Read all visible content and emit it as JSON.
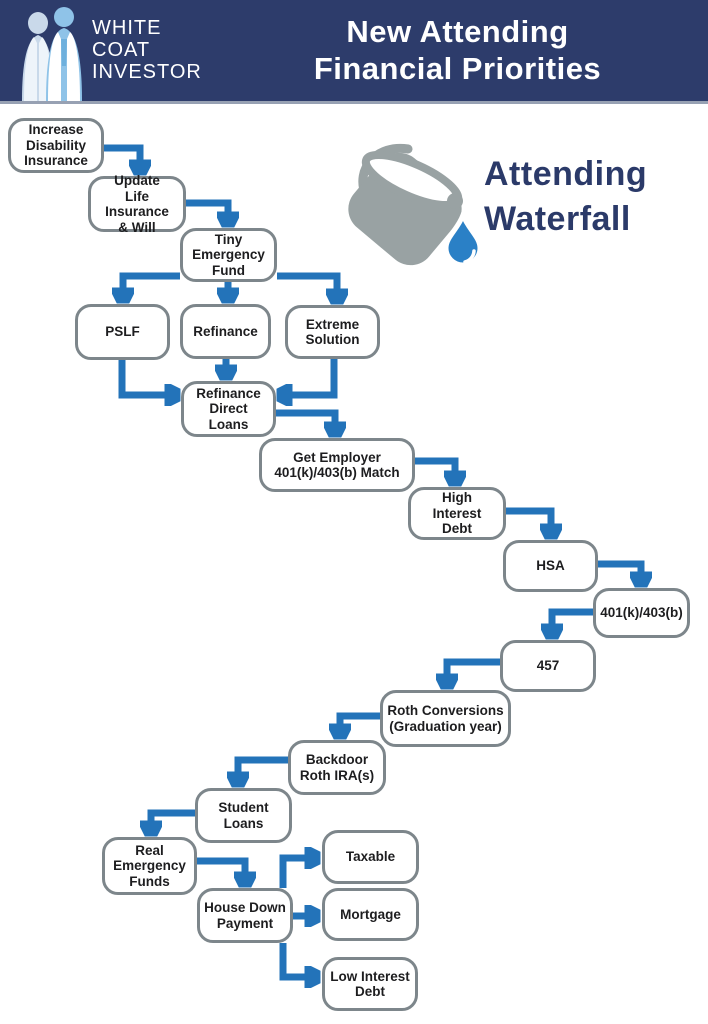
{
  "header": {
    "brand_line1": "WHITE",
    "brand_line2": "COAT",
    "brand_line3": "INVESTOR",
    "title_line1": "New Attending",
    "title_line2": "Financial Priorities"
  },
  "waterfall_badge": {
    "line1": "Attending",
    "line2": "Waterfall",
    "icon": "bucket-water-drop-icon"
  },
  "colors": {
    "header_bg": "#2d3c6b",
    "arrow_blue": "#2373b9",
    "box_border_gray": "#7d868b",
    "badge_navy": "#2b3a69",
    "bucket_gray": "#99a2a3",
    "drop_blue": "#2a80c6"
  },
  "flowchart": {
    "nodes": [
      {
        "id": "increase-disability-insurance",
        "label": "Increase\nDisability\nInsurance"
      },
      {
        "id": "update-life-insurance-will",
        "label": "Update\nLife Insurance\n& Will"
      },
      {
        "id": "tiny-emergency-fund",
        "label": "Tiny\nEmergency\nFund"
      },
      {
        "id": "pslf",
        "label": "PSLF"
      },
      {
        "id": "refinance",
        "label": "Refinance"
      },
      {
        "id": "extreme-solution",
        "label": "Extreme\nSolution"
      },
      {
        "id": "refinance-direct-loans",
        "label": "Refinance\nDirect\nLoans"
      },
      {
        "id": "get-employer-match",
        "label": "Get Employer\n401(k)/403(b) Match"
      },
      {
        "id": "high-interest-debt",
        "label": "High\nInterest\nDebt"
      },
      {
        "id": "hsa",
        "label": "HSA"
      },
      {
        "id": "retirement-401k-403b",
        "label": "401(k)/403(b)"
      },
      {
        "id": "plan-457",
        "label": "457"
      },
      {
        "id": "roth-conversions",
        "label": "Roth Conversions\n(Graduation year)"
      },
      {
        "id": "backdoor-roth-ira",
        "label": "Backdoor\nRoth IRA(s)"
      },
      {
        "id": "student-loans",
        "label": "Student Loans"
      },
      {
        "id": "real-emergency-funds",
        "label": "Real\nEmergency\nFunds"
      },
      {
        "id": "house-down-payment",
        "label": "House Down\nPayment"
      },
      {
        "id": "taxable",
        "label": "Taxable"
      },
      {
        "id": "mortgage",
        "label": "Mortgage"
      },
      {
        "id": "low-interest-debt",
        "label": "Low Interest\nDebt"
      }
    ],
    "edges": [
      {
        "from": "increase-disability-insurance",
        "to": "update-life-insurance-will"
      },
      {
        "from": "update-life-insurance-will",
        "to": "tiny-emergency-fund"
      },
      {
        "from": "tiny-emergency-fund",
        "to": "pslf"
      },
      {
        "from": "tiny-emergency-fund",
        "to": "refinance"
      },
      {
        "from": "tiny-emergency-fund",
        "to": "extreme-solution"
      },
      {
        "from": "pslf",
        "to": "refinance-direct-loans"
      },
      {
        "from": "refinance",
        "to": "refinance-direct-loans"
      },
      {
        "from": "extreme-solution",
        "to": "refinance-direct-loans"
      },
      {
        "from": "refinance-direct-loans",
        "to": "get-employer-match"
      },
      {
        "from": "get-employer-match",
        "to": "high-interest-debt"
      },
      {
        "from": "high-interest-debt",
        "to": "hsa"
      },
      {
        "from": "hsa",
        "to": "retirement-401k-403b"
      },
      {
        "from": "retirement-401k-403b",
        "to": "plan-457"
      },
      {
        "from": "plan-457",
        "to": "roth-conversions"
      },
      {
        "from": "roth-conversions",
        "to": "backdoor-roth-ira"
      },
      {
        "from": "backdoor-roth-ira",
        "to": "student-loans"
      },
      {
        "from": "student-loans",
        "to": "real-emergency-funds"
      },
      {
        "from": "real-emergency-funds",
        "to": "house-down-payment"
      },
      {
        "from": "house-down-payment",
        "to": "taxable"
      },
      {
        "from": "house-down-payment",
        "to": "mortgage"
      },
      {
        "from": "house-down-payment",
        "to": "low-interest-debt"
      }
    ]
  }
}
